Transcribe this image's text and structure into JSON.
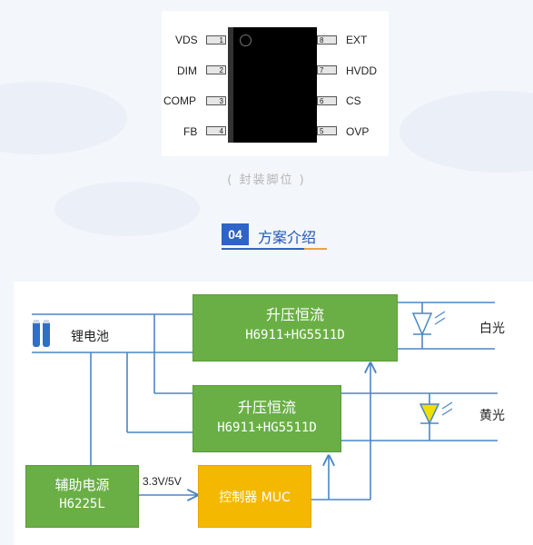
{
  "pinout": {
    "left_pins": [
      {
        "num": "1",
        "name": "VDS"
      },
      {
        "num": "2",
        "name": "DIM"
      },
      {
        "num": "3",
        "name": "COMP"
      },
      {
        "num": "4",
        "name": "FB"
      }
    ],
    "right_pins": [
      {
        "num": "8",
        "name": "EXT"
      },
      {
        "num": "7",
        "name": "HVDD"
      },
      {
        "num": "6",
        "name": "CS"
      },
      {
        "num": "5",
        "name": "OVP"
      }
    ],
    "caption": "( 封装脚位 )"
  },
  "section": {
    "number": "04",
    "title": "方案介绍"
  },
  "diagram": {
    "battery_label": "锂电池",
    "boost_top": {
      "title": "升压恒流",
      "part": "H6911+HG5511D"
    },
    "boost_bottom": {
      "title": "升压恒流",
      "part": "H6911+HG5511D"
    },
    "aux_power": {
      "title": "辅助电源",
      "part": "H6225L"
    },
    "mcu": "控制器 MUC",
    "voltage_label": "3.3V/5V",
    "led_white_label": "白光",
    "led_yellow_label": "黄光"
  },
  "colors": {
    "line": "#4a86c6",
    "green": "#6aaf45",
    "yellow": "#f5b800",
    "accent": "#2f63c6"
  }
}
